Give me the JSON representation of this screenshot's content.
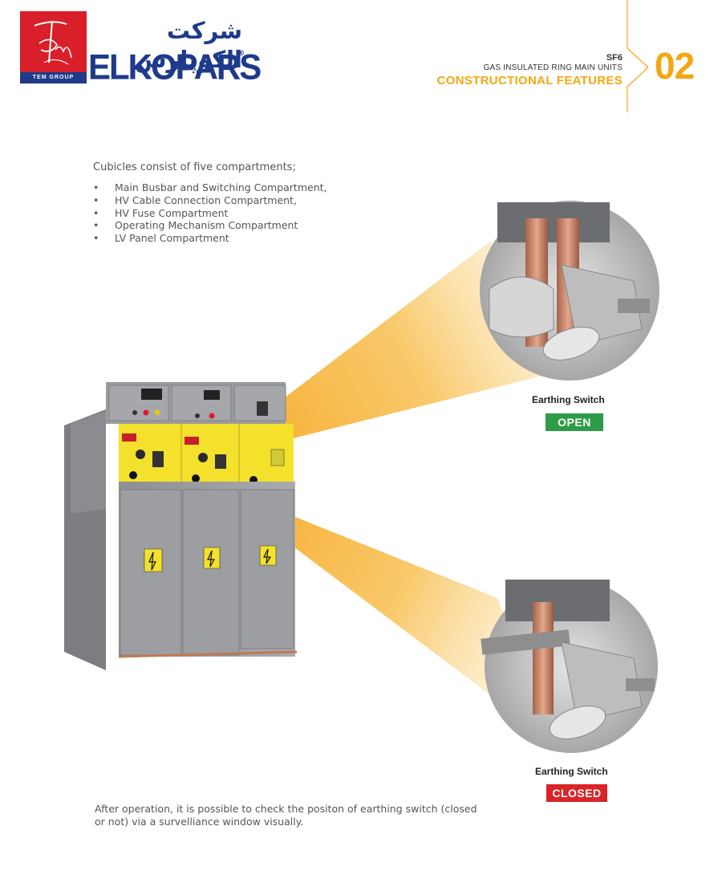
{
  "brand": {
    "logo_monogram": "Tem",
    "logo_strip": "TEM GROUP",
    "name_fa": "شرکت الکوپارس",
    "name_en": "ELKOPARS",
    "registered_mark": "®",
    "colors": {
      "red": "#d81f2a",
      "blue": "#1e3a8a"
    }
  },
  "header": {
    "line1": "SF6",
    "line2": "GAS INSULATED RING MAIN UNITS",
    "title": "CONSTRUCTIONAL FEATURES",
    "page_number": "02",
    "accent_color": "#f3a712"
  },
  "intro": {
    "text": "Cubicles consist of five compartments;",
    "items": [
      "Main Busbar and Switching Compartment,",
      "HV Cable Connection Compartment,",
      "HV Fuse Compartment",
      "Operating Mechanism Compartment",
      "LV Panel Compartment"
    ]
  },
  "detail_open": {
    "label": "Earthing Switch",
    "status": "OPEN",
    "status_color": "#2e9c47"
  },
  "detail_closed": {
    "label": "Earthing Switch",
    "status": "CLOSED",
    "status_color": "#d9252a"
  },
  "footer": {
    "text": "After operation, it is possible to check the positon of earthing switch (closed or not) via a survelliance window visually."
  }
}
